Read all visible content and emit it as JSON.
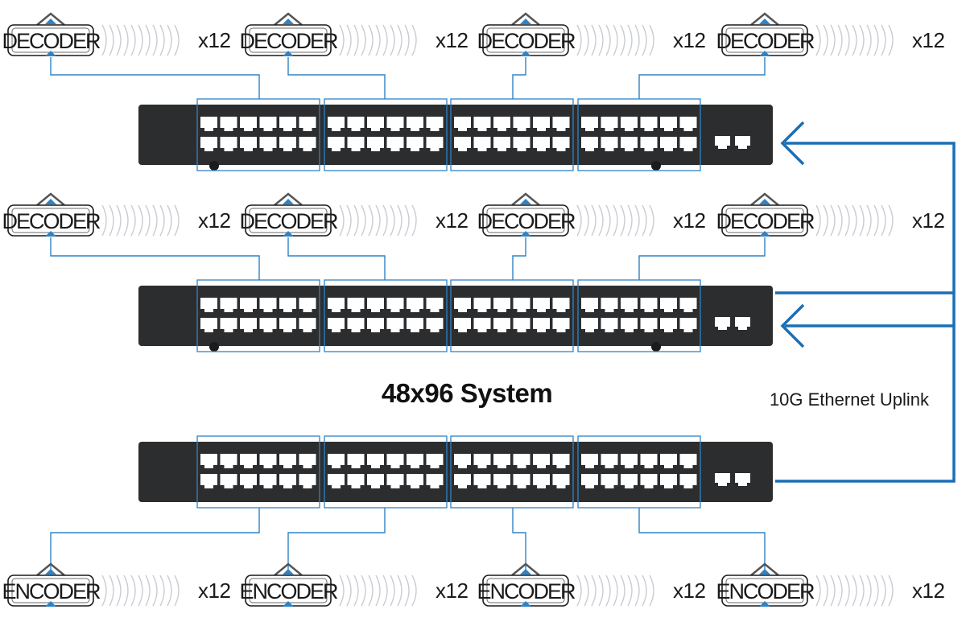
{
  "title": "48x96 System",
  "uplink_label": "10G Ethernet Uplink",
  "decoder_label": "DECODER",
  "encoder_label": "ENCODER",
  "count_label": "x12",
  "colors": {
    "switch_body": "#2c2d2f",
    "port": "#ffffff",
    "link": "#2f83c5",
    "uplink": "#1a6fb5",
    "box_stroke": "#1a1a1a",
    "ghost_stroke": "#c9ccd1"
  },
  "switches": [
    {
      "role": "decoder-switch",
      "groups": 4,
      "ports_per_group": 12,
      "uplink_ports": 2
    },
    {
      "role": "decoder-switch",
      "groups": 4,
      "ports_per_group": 12,
      "uplink_ports": 2
    },
    {
      "role": "encoder-switch",
      "groups": 4,
      "ports_per_group": 12,
      "uplink_ports": 2
    }
  ],
  "device_rows": [
    {
      "type": "decoder",
      "label_key": "decoder_label",
      "devices": [
        {
          "count": "x12"
        },
        {
          "count": "x12"
        },
        {
          "count": "x12"
        },
        {
          "count": "x12"
        }
      ]
    },
    {
      "type": "decoder",
      "label_key": "decoder_label",
      "devices": [
        {
          "count": "x12"
        },
        {
          "count": "x12"
        },
        {
          "count": "x12"
        },
        {
          "count": "x12"
        }
      ]
    },
    {
      "type": "encoder",
      "label_key": "encoder_label",
      "devices": [
        {
          "count": "x12"
        },
        {
          "count": "x12"
        },
        {
          "count": "x12"
        },
        {
          "count": "x12"
        }
      ]
    }
  ]
}
